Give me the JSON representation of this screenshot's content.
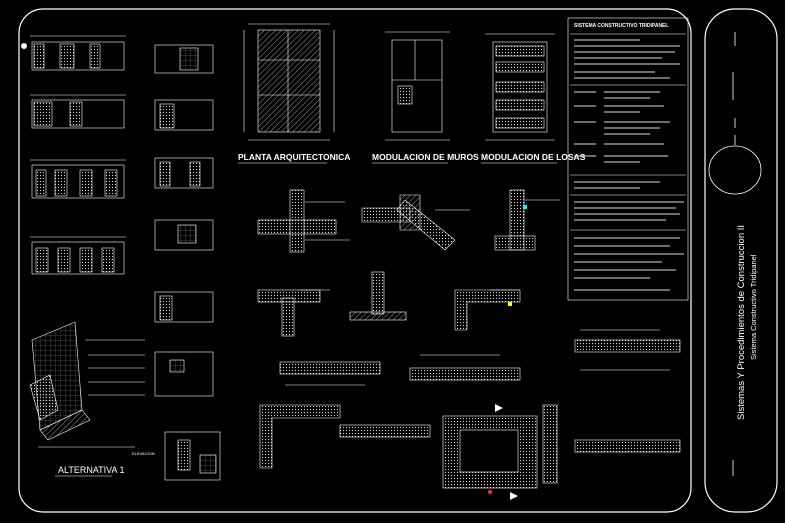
{
  "labels": {
    "planta": "PLANTA ARQUITECTONICA",
    "modulacion_muros": "MODULACION DE MUROS",
    "modulacion_losas": "MODULACION DE LOSAS",
    "alternativa": "ALTERNATIVA 1",
    "elevacion": "ELEVACION"
  },
  "title_block": {
    "subject": "Sistemas Y Procedimientos de Construccion II",
    "system": "Sistema Constructivo Tridipanel"
  },
  "notes": {
    "heading": "SISTEMA CONSTRUCTIVO TRIDIPANEL"
  },
  "colors": {
    "line": "#ffffff",
    "accent": "#ffff00",
    "cyan": "#00ffff",
    "red": "#ff3030",
    "hatch": "#cccccc"
  }
}
